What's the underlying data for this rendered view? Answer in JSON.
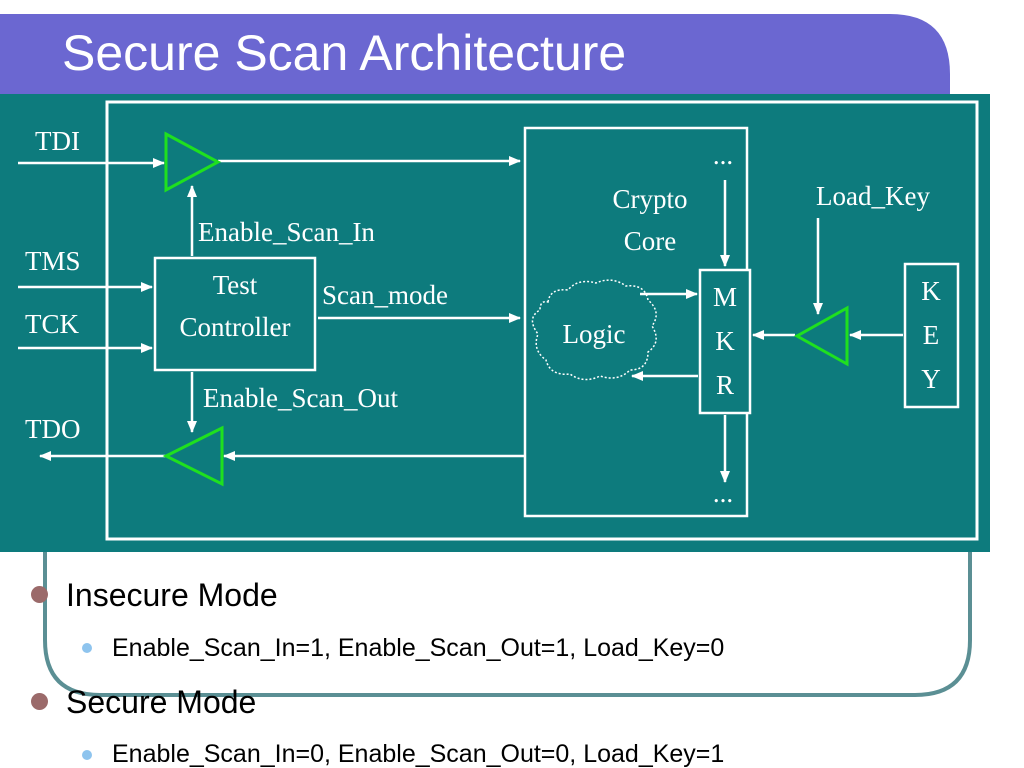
{
  "slide": {
    "title": "Secure Scan Architecture",
    "colors": {
      "title_band": "#6b67d1",
      "diagram_bg": "#0d7b7d",
      "outline": "#5b8f94",
      "buffer": "#1fe01f",
      "diagram_lines": "#ffffff"
    }
  },
  "diagram": {
    "pins": {
      "tdi": "TDI",
      "tms": "TMS",
      "tck": "TCK",
      "tdo": "TDO"
    },
    "signals": {
      "enable_scan_in": "Enable_Scan_In",
      "enable_scan_out": "Enable_Scan_Out",
      "scan_mode": "Scan_mode",
      "load_key": "Load_Key"
    },
    "test_controller": {
      "line1": "Test",
      "line2": "Controller"
    },
    "crypto_core": {
      "line1": "Crypto",
      "line2": "Core",
      "ellipsis_top": "...",
      "ellipsis_bottom": "..."
    },
    "logic": "Logic",
    "mkr": {
      "l1": "M",
      "l2": "K",
      "l3": "R"
    },
    "key": {
      "l1": "K",
      "l2": "E",
      "l3": "Y"
    }
  },
  "bullets": [
    {
      "text": "Insecure Mode",
      "sub": "Enable_Scan_In=1, Enable_Scan_Out=1, Load_Key=0"
    },
    {
      "text": "Secure Mode",
      "sub": "Enable_Scan_In=0, Enable_Scan_Out=0, Load_Key=1"
    }
  ]
}
